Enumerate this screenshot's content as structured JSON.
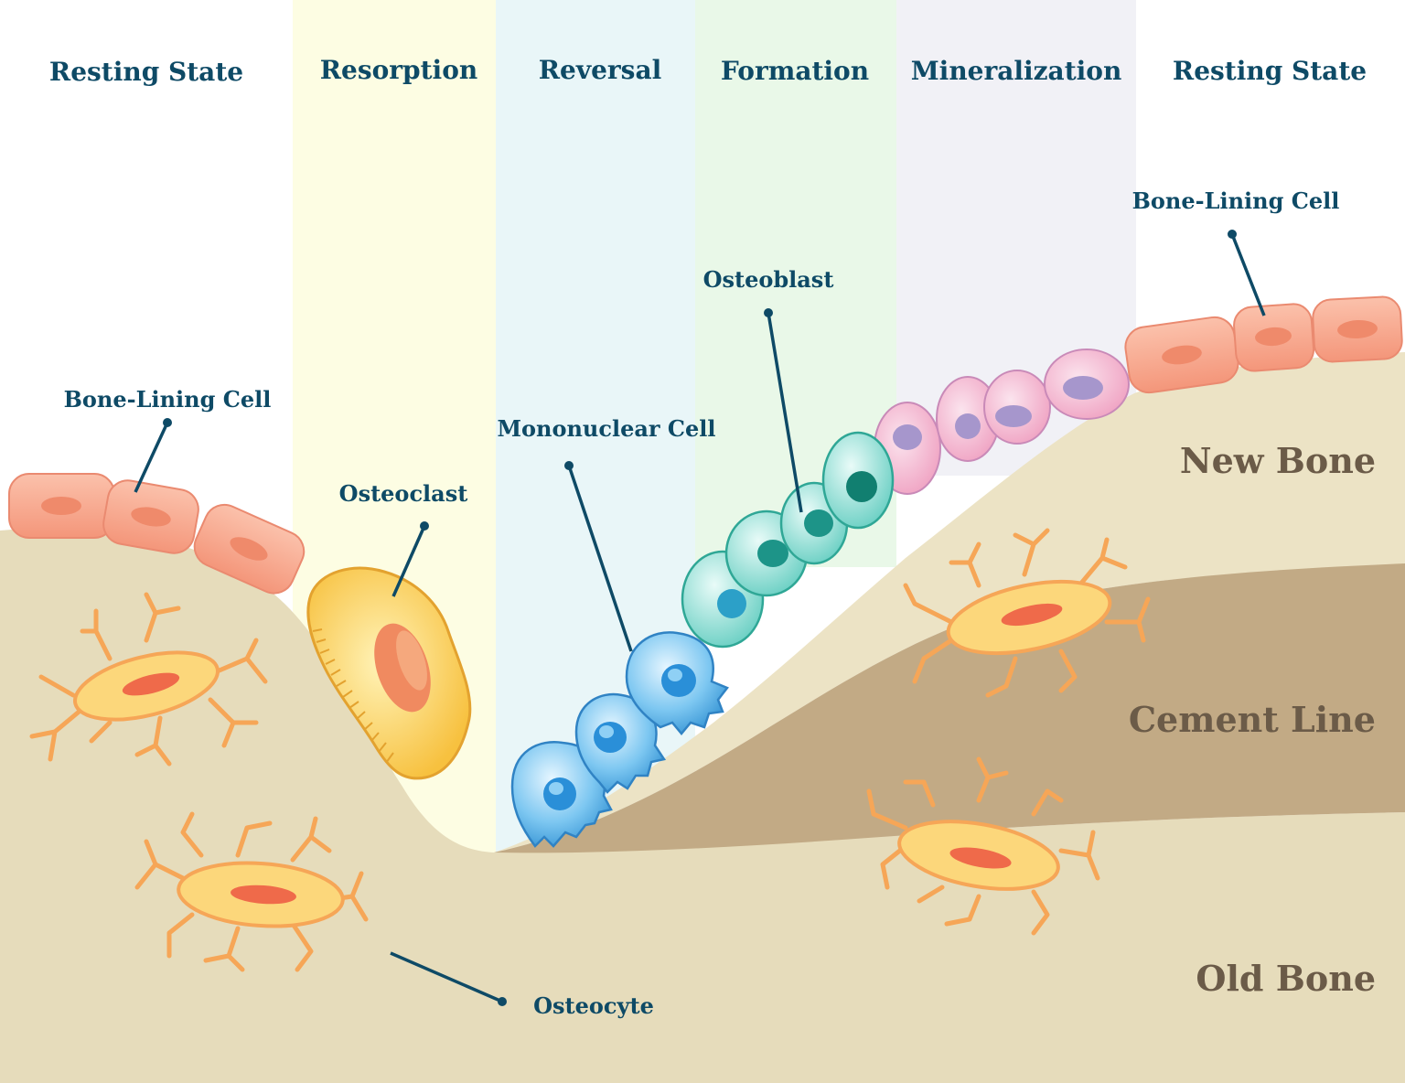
{
  "phases": {
    "resting_state_1": "Resting State",
    "resorption": "Resorption",
    "reversal": "Reversal",
    "formation": "Formation",
    "mineralization": "Mineralization",
    "resting_state_2": "Resting State"
  },
  "labels": {
    "bone_lining_cell_left": "Bone-Lining Cell",
    "bone_lining_cell_right": "Bone-Lining Cell",
    "osteoclast": "Osteoclast",
    "mononuclear_cell": "Mononuclear Cell",
    "osteoblast": "Osteoblast",
    "osteocyte": "Osteocyte"
  },
  "layers": {
    "new_bone": "New Bone",
    "cement_line": "Cement Line",
    "old_bone": "Old Bone"
  },
  "colors": {
    "resorption_band": "#fdfde3",
    "reversal_band": "#e9f6f8",
    "formation_band": "#e9f8e8",
    "mineralization_band": "#f1f1f6",
    "bone_light": "#e6dcbb",
    "cement_line": "#c2aa85",
    "new_bone": "#ece3c5",
    "lining_cell": "#f6a58a",
    "osteoclast": "#fbd25a",
    "mononuclear_cell": "#5fb6ea",
    "osteoblast": "#5fcfc0",
    "mineralizing_cell": "#f0b6cc",
    "osteocyte": "#fcd77b",
    "text_dark": "#0e4a66",
    "text_layer": "#6b5b48"
  }
}
